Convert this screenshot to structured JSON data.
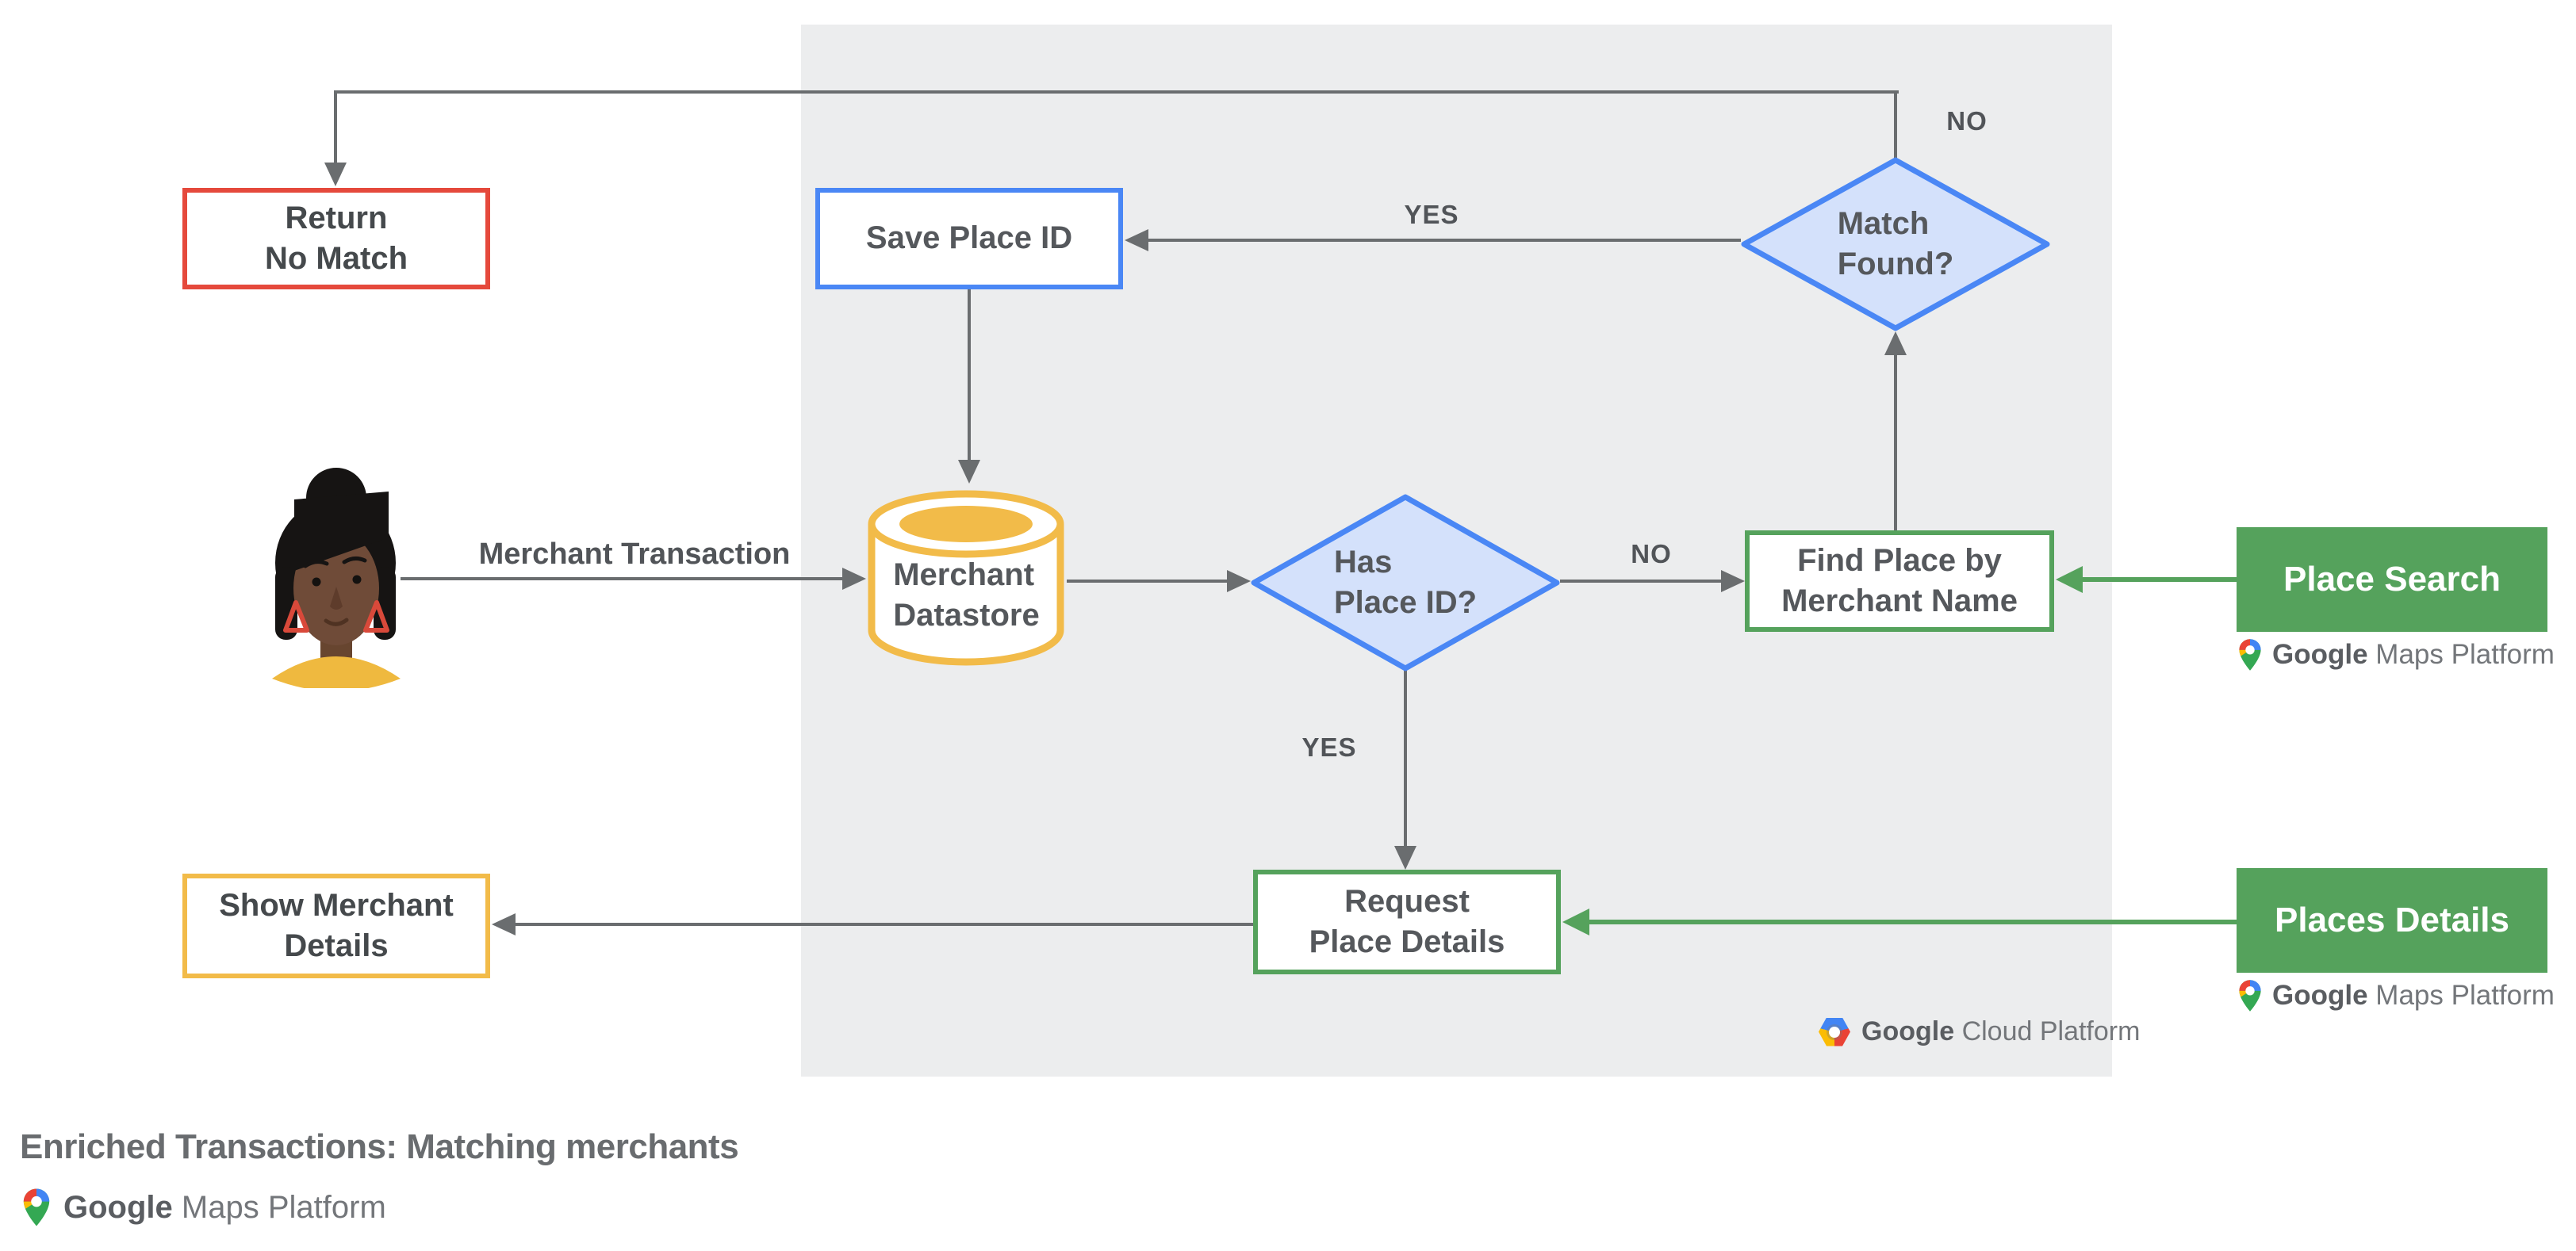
{
  "title": "Enriched Transactions: Matching merchants",
  "colors": {
    "red": "#E5493C",
    "blue": "#4A87F5",
    "blue_fill": "#D4E1FB",
    "yellow": "#F2BB49",
    "green": "#55A25C",
    "panel": "#ECEDEE",
    "line": "#6A6D6F"
  },
  "nodes": {
    "return_no_match": {
      "label": "Return\nNo Match"
    },
    "save_place_id": {
      "label": "Save Place ID"
    },
    "match_found": {
      "label": "Match\nFound?"
    },
    "merchant_datastore": {
      "label": "Merchant\nDatastore"
    },
    "has_place_id": {
      "label": "Has\nPlace ID?"
    },
    "find_place": {
      "label": "Find Place by\nMerchant Name"
    },
    "request_place_details": {
      "label": "Request\nPlace Details"
    },
    "show_merchant_details": {
      "label": "Show Merchant\nDetails"
    },
    "place_search": {
      "label": "Place Search"
    },
    "places_details": {
      "label": "Places Details"
    }
  },
  "edges": {
    "match_found_no": "NO",
    "match_found_yes": "YES",
    "has_place_id_no": "NO",
    "has_place_id_yes": "YES",
    "merchant_transaction": "Merchant Transaction"
  },
  "logos": {
    "google_maps_platform": {
      "google": "Google",
      "rest": "Maps Platform"
    },
    "google_cloud_platform": {
      "google": "Google",
      "rest": "Cloud Platform"
    }
  }
}
